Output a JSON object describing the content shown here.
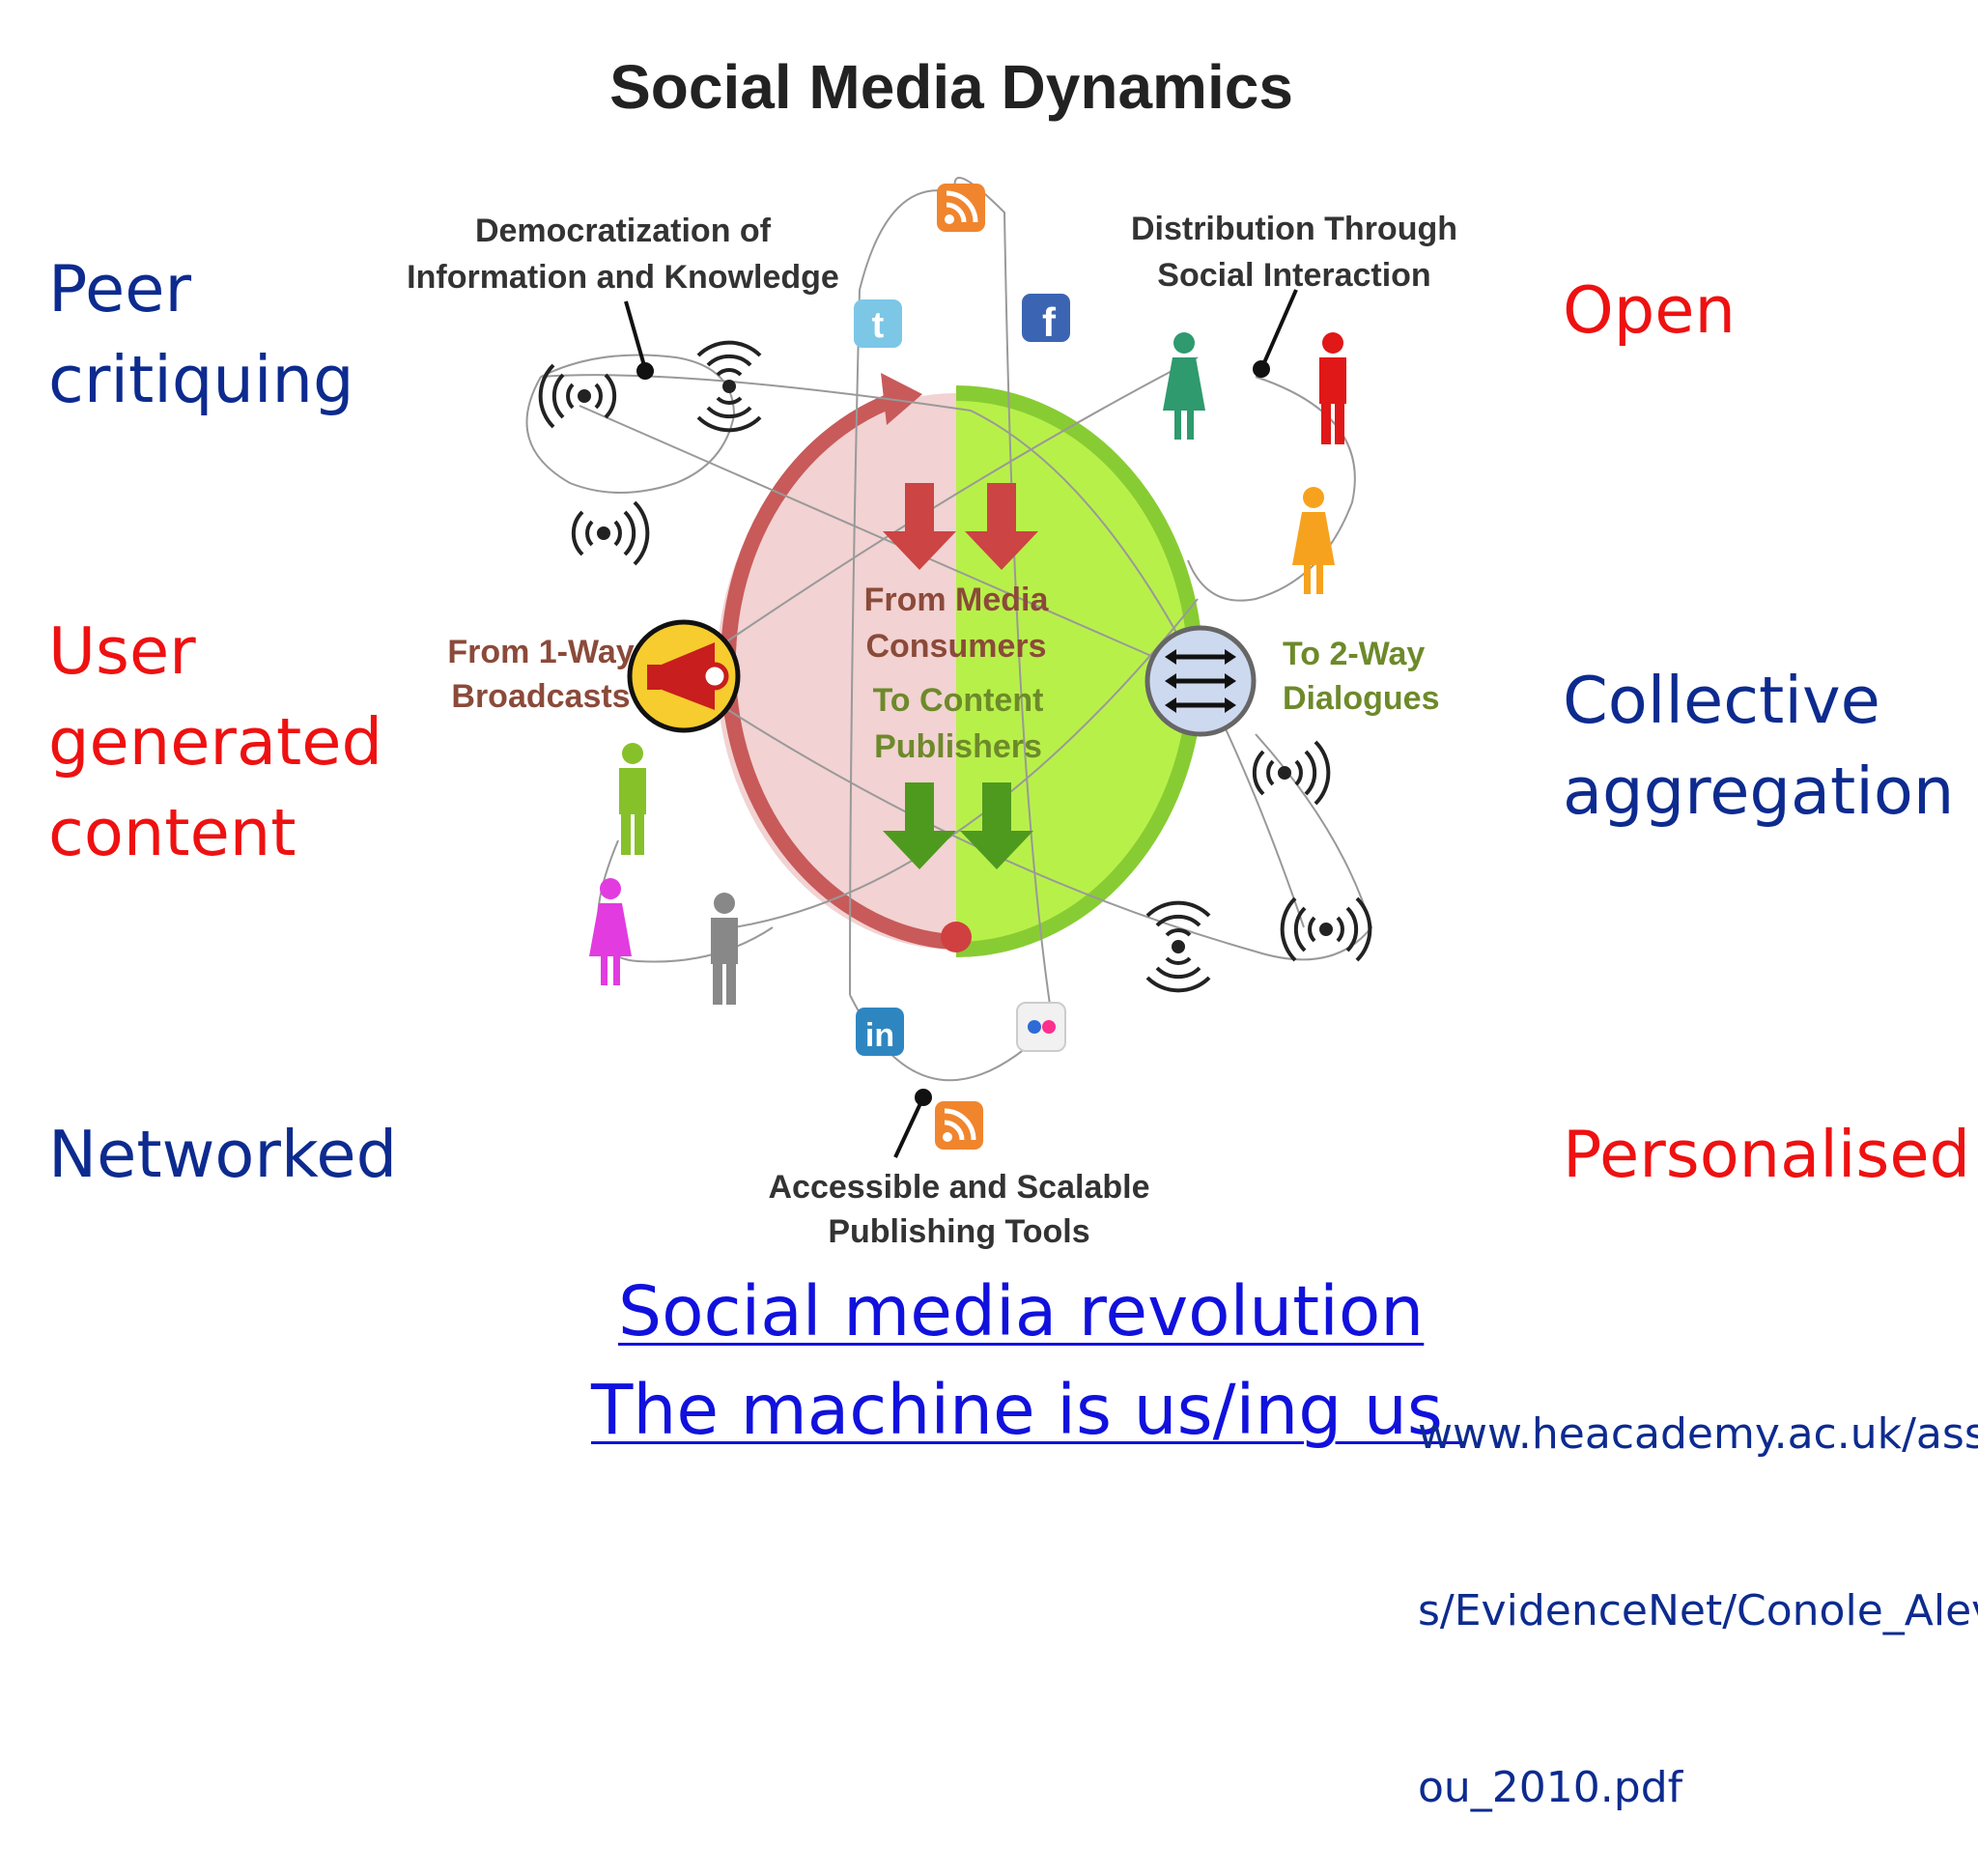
{
  "diagram": {
    "title": "Social Media Dynamics",
    "label_top_left": [
      "Democratization of",
      "Information and Knowledge"
    ],
    "label_top_right": [
      "Distribution Through",
      "Social Interaction"
    ],
    "label_bottom": [
      "Accessible and Scalable",
      "Publishing Tools"
    ],
    "label_left": [
      "From 1-Way",
      "Broadcasts"
    ],
    "label_right": [
      "To 2-Way",
      "Dialogues"
    ],
    "center_top": [
      "From Media",
      "Consumers"
    ],
    "center_bottom": [
      "To Content",
      "Publishers"
    ],
    "colors": {
      "red_half": "#f2d2d2",
      "green_half": "#b8f04a",
      "red_arc": "#cc5555",
      "green_arc": "#88cc33",
      "label_brown": "#8b4a3a",
      "label_dark": "#333333"
    },
    "icons": [
      "rss-icon",
      "twitter-icon",
      "facebook-icon",
      "linkedin-icon",
      "flickr-icon",
      "megaphone-icon",
      "two-way-arrows-icon",
      "wireless-signal-icon",
      "person-icon"
    ]
  },
  "left_terms": {
    "peer": "Peer",
    "critiquing": "critiquing",
    "user": "User",
    "generated": "generated",
    "content": "content",
    "networked": "Networked"
  },
  "right_terms": {
    "open": "Open",
    "collective": "Collective",
    "aggregation": "aggregation",
    "personalised": "Personalised"
  },
  "links": {
    "revolution": "Social media revolution",
    "machine": "The machine is us/ing us "
  },
  "reference": {
    "line1": "www.heacademy.ac.uk/asse",
    "line2": "s/EvidenceNet/Conole_Alev",
    "line3": "ou_2010.pdf"
  }
}
